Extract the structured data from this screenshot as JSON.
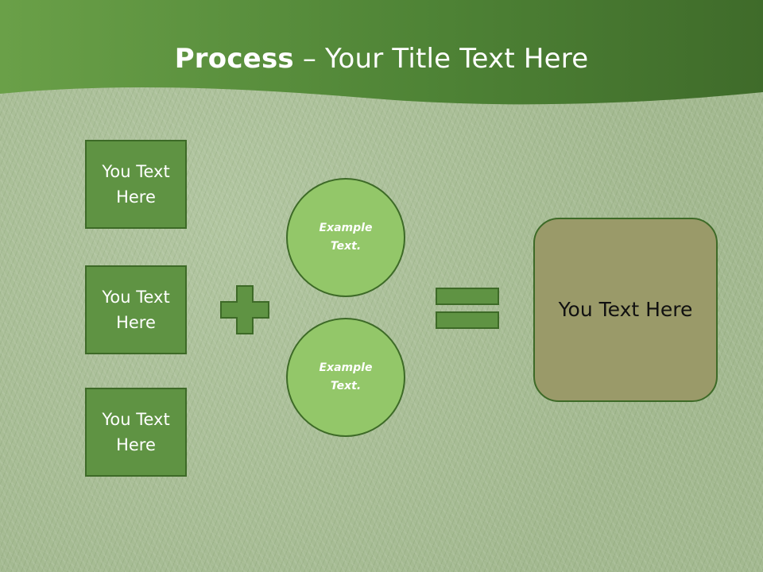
{
  "slide": {
    "title_strong": "Process",
    "title_rest": " – Your Title Text Here"
  },
  "inputs": [
    {
      "label": "You Text Here"
    },
    {
      "label": "You Text Here"
    },
    {
      "label": "You Text Here"
    }
  ],
  "examples": [
    {
      "label": "Example Text."
    },
    {
      "label": "Example Text."
    }
  ],
  "result": {
    "label": "You Text Here"
  },
  "colors": {
    "header_dark": "#3f6b2a",
    "header_light": "#6aa048",
    "box_fill": "#5f9343",
    "outline": "#3d6a27",
    "circle_fill": "#93c769",
    "result_fill": "#9a9a69"
  },
  "icons": {
    "operator_plus": "plus-icon",
    "operator_equals": "equals-icon"
  }
}
